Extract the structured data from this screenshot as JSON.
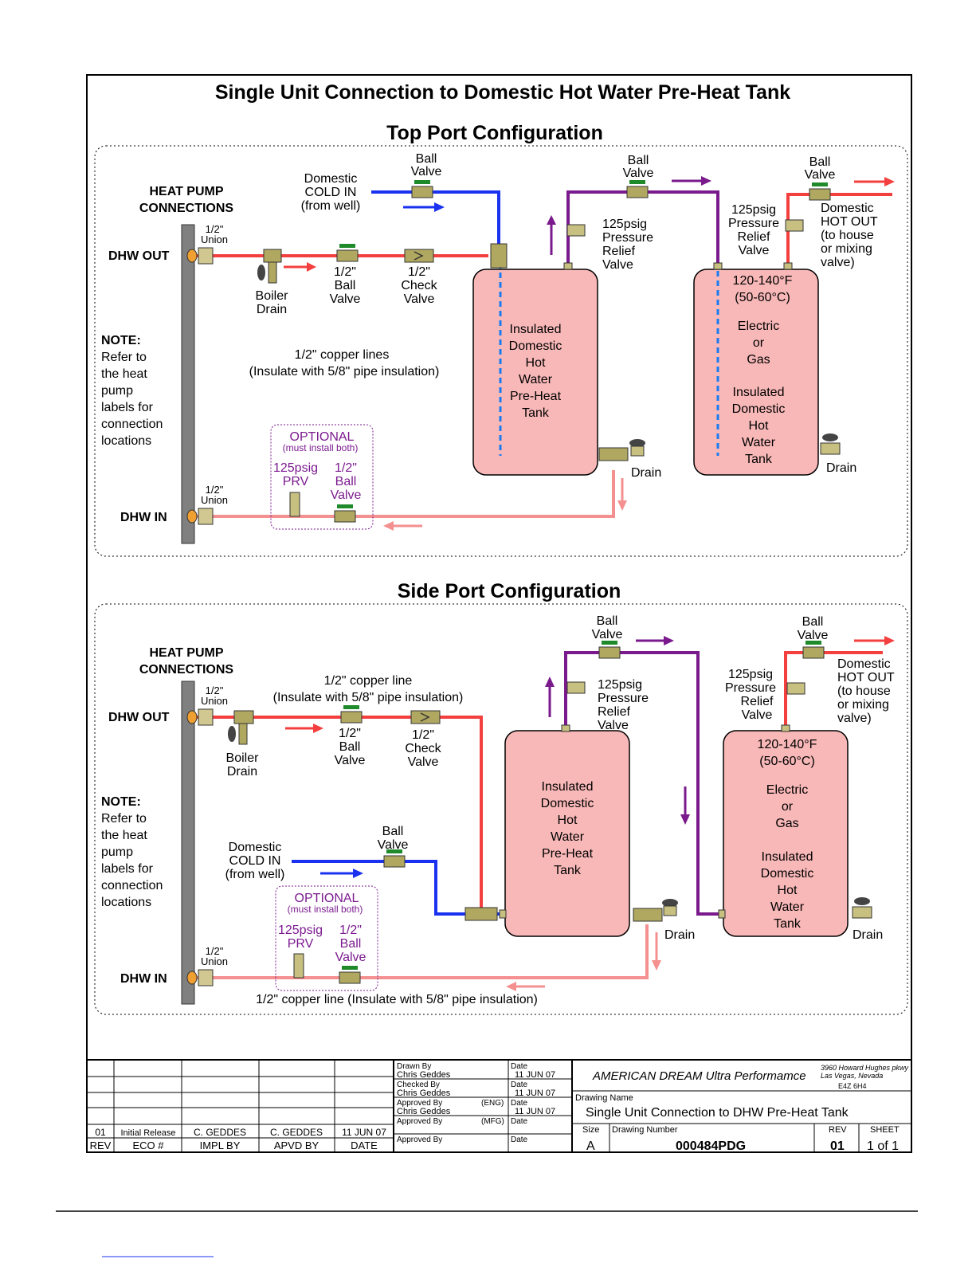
{
  "title": "Single Unit Connection to Domestic Hot Water Pre-Heat Tank",
  "colors": {
    "hot": "#f43f3f",
    "return": "#f59090",
    "cold": "#1a32f0",
    "purple": "#7a1a8c",
    "tank": "#f9b8b8",
    "optional": "#7b1a8f",
    "pump": "#808080"
  },
  "top": {
    "heading": "Top Port Configuration",
    "hp_line1": "HEAT PUMP",
    "hp_line2": "CONNECTIONS",
    "dhw_out": "DHW OUT",
    "dhw_in": "DHW IN",
    "union_out": [
      "1/2\"",
      "Union"
    ],
    "union_in": [
      "1/2\"",
      "Union"
    ],
    "boiler_drain": [
      "Boiler",
      "Drain"
    ],
    "ball_valve_1": [
      "1/2\"",
      "Ball",
      "Valve"
    ],
    "check_valve": [
      "1/2\"",
      "Check",
      "Valve"
    ],
    "cold_in": [
      "Domestic",
      "COLD IN",
      "(from well)"
    ],
    "ball_valve_cold": [
      "Ball",
      "Valve"
    ],
    "ball_valve_mid": [
      "Ball",
      "Valve"
    ],
    "ball_valve_hot": [
      "Ball",
      "Valve"
    ],
    "prv_1": [
      "125psig",
      "Pressure",
      "Relief",
      "Valve"
    ],
    "prv_2": [
      "125psig",
      "Pressure",
      "Relief",
      "Valve"
    ],
    "hot_out": [
      "Domestic",
      "HOT OUT",
      "(to house",
      "or mixing",
      "valve)"
    ],
    "note": [
      "NOTE:",
      "Refer to",
      "the heat",
      "pump",
      "labels for",
      "connection",
      "locations"
    ],
    "copper": [
      "1/2\" copper lines",
      "(Insulate with 5/8\" pipe insulation)"
    ],
    "preheat_tank": [
      "Insulated",
      "Domestic",
      "Hot",
      "Water",
      "Pre-Heat",
      "Tank"
    ],
    "main_tank": [
      "120-140°F",
      "(50-60°C)",
      "Electric",
      "or",
      "Gas",
      "Insulated",
      "Domestic",
      "Hot",
      "Water",
      "Tank"
    ],
    "drain_1": "Drain",
    "drain_2": "Drain",
    "optional": [
      "OPTIONAL",
      "(must install both)",
      "125psig",
      "PRV",
      "1/2\"",
      "Ball",
      "Valve"
    ]
  },
  "side": {
    "heading": "Side Port Configuration",
    "hp_line1": "HEAT PUMP",
    "hp_line2": "CONNECTIONS",
    "dhw_out": "DHW OUT",
    "dhw_in": "DHW IN",
    "union_out": [
      "1/2\"",
      "Union"
    ],
    "union_in": [
      "1/2\"",
      "Union"
    ],
    "boiler_drain": [
      "Boiler",
      "Drain"
    ],
    "ball_valve_1": [
      "1/2\"",
      "Ball",
      "Valve"
    ],
    "check_valve": [
      "1/2\"",
      "Check",
      "Valve"
    ],
    "copper_top": [
      "1/2\" copper line",
      "(Insulate with 5/8\" pipe insulation)"
    ],
    "copper_bottom": "1/2\" copper line (Insulate with 5/8\" pipe insulation)",
    "cold_in": [
      "Domestic",
      "COLD IN",
      "(from well)"
    ],
    "ball_valve_cold": [
      "Ball",
      "Valve"
    ],
    "ball_valve_mid": [
      "Ball",
      "Valve"
    ],
    "ball_valve_hot": [
      "Ball",
      "Valve"
    ],
    "prv_1": [
      "125psig",
      "Pressure",
      "Relief",
      "Valve"
    ],
    "prv_2": [
      "125psig",
      "Pressure",
      "Relief",
      "Valve"
    ],
    "hot_out": [
      "Domestic",
      "HOT OUT",
      "(to house",
      "or mixing",
      "valve)"
    ],
    "note": [
      "NOTE:",
      "Refer to",
      "the heat",
      "pump",
      "labels for",
      "connection",
      "locations"
    ],
    "preheat_tank": [
      "Insulated",
      "Domestic",
      "Hot",
      "Water",
      "Pre-Heat",
      "Tank"
    ],
    "main_tank": [
      "120-140°F",
      "(50-60°C)",
      "Electric",
      "or",
      "Gas",
      "Insulated",
      "Domestic",
      "Hot",
      "Water",
      "Tank"
    ],
    "drain_1": "Drain",
    "drain_2": "Drain",
    "optional": [
      "OPTIONAL",
      "(must install both)",
      "125psig",
      "PRV",
      "1/2\"",
      "Ball",
      "Valve"
    ]
  },
  "title_block": {
    "rev_row": [
      "01",
      "Initial Release",
      "C. GEDDES",
      "C. GEDDES",
      "11 JUN 07"
    ],
    "rev_headers": [
      "REV",
      "ECO #",
      "IMPL BY",
      "APVD BY",
      "DATE"
    ],
    "drawn_by_label": "Drawn By",
    "drawn_by": "Chris Geddes",
    "checked_by_label": "Checked By",
    "checked_by": "Chris Geddes",
    "approved_eng_label": "Approved By",
    "approved_eng_tag": "(ENG)",
    "approved_eng": "Chris Geddes",
    "approved_mfg_label": "Approved By",
    "approved_mfg_tag": "(MFG)",
    "approved_label": "Approved By",
    "date_label": "Date",
    "date_1": "11 JUN 07",
    "date_2": "11 JUN 07",
    "date_3": "11 JUN 07",
    "company": "AMERICAN DREAM Ultra Performamce",
    "address": [
      "3960 Howard Hughes pkwy",
      "Las Vegas, Nevada",
      "E4Z 6H4"
    ],
    "drawing_name_label": "Drawing Name",
    "drawing_name": "Single Unit Connection to DHW Pre-Heat Tank",
    "size_label": "Size",
    "size": "A",
    "drawing_number_label": "Drawing Number",
    "drawing_number": "000484PDG",
    "rev_label": "REV",
    "rev": "01",
    "sheet_label": "SHEET",
    "sheet": "1 of 1"
  }
}
